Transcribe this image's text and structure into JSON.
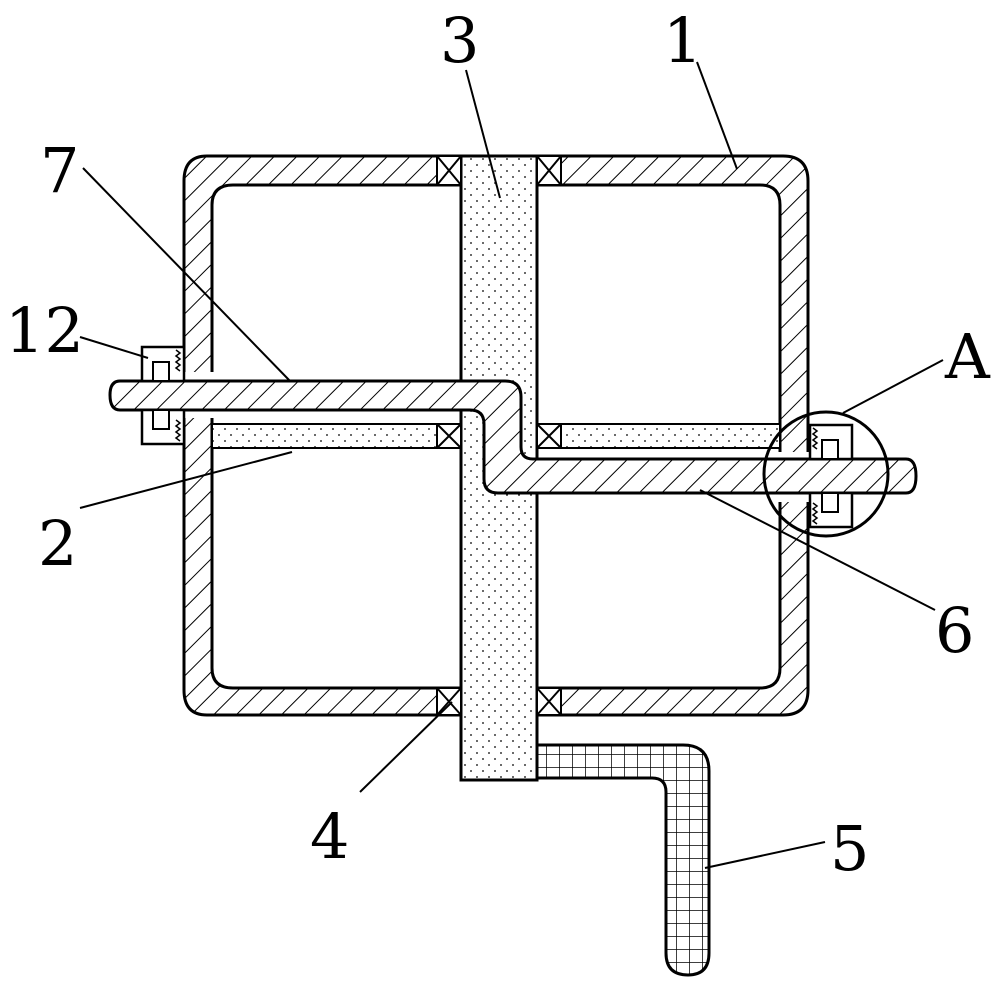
{
  "figure": {
    "labels": {
      "l1": "1",
      "l2": "2",
      "l3": "3",
      "l4": "4",
      "l5": "5",
      "l6": "6",
      "l7": "7",
      "l12": "12",
      "lA": "A"
    }
  },
  "colors": {
    "line": "#000000",
    "background": "#ffffff"
  }
}
